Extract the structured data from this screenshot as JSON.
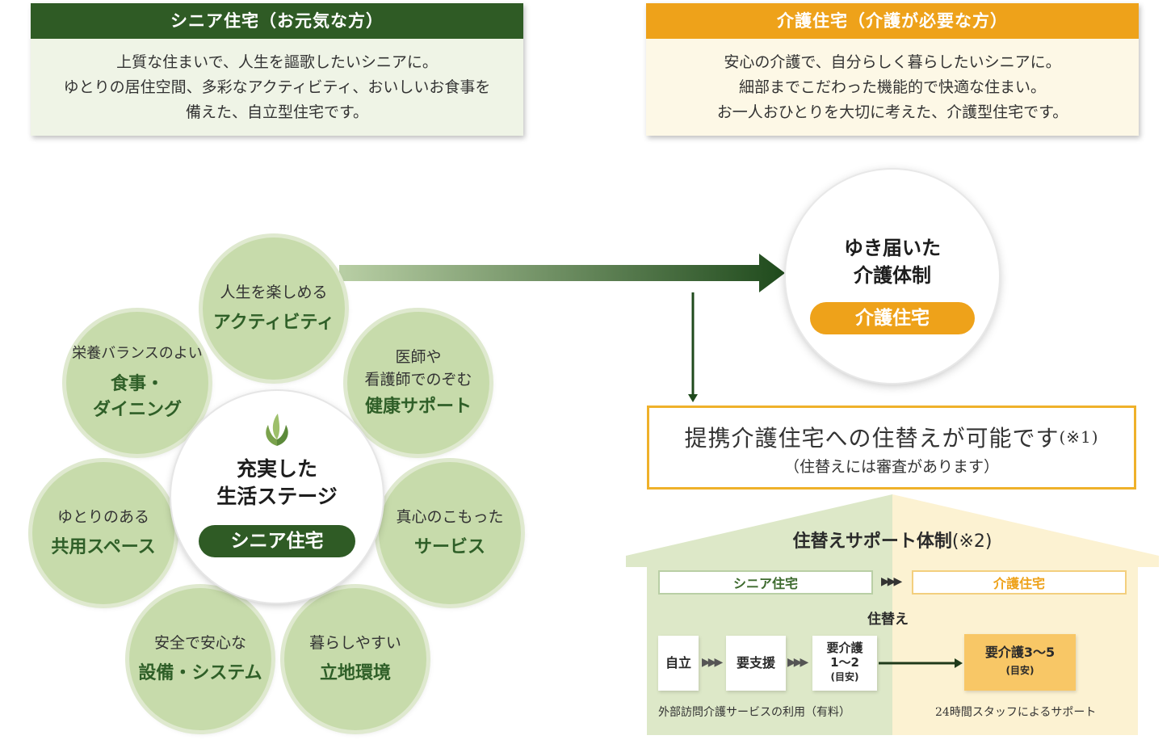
{
  "senior_box": {
    "title": "シニア住宅（お元気な方）",
    "lines": [
      "上質な住まいで、人生を謳歌したいシニアに。",
      "ゆとりの居住空間、多彩なアクティビティ、おいしいお食事を",
      "備えた、自立型住宅です。"
    ]
  },
  "care_box": {
    "title": "介護住宅（介護が必要な方）",
    "lines": [
      "安心の介護で、自分らしく暮らしたいシニアに。",
      "細部までこだわった機能的で快適な住まい。",
      "お一人おひとりを大切に考えた、介護型住宅です。"
    ]
  },
  "flower": {
    "center": {
      "line1": "充実した",
      "line2": "生活ステージ",
      "pill": "シニア住宅"
    },
    "petals": [
      {
        "line1": "人生を楽しめる",
        "line2": "アクティビティ"
      },
      {
        "line1": "医師や",
        "line1b": "看護師でのぞむ",
        "line2": "健康サポート"
      },
      {
        "line1": "真心のこもった",
        "line2": "サービス"
      },
      {
        "line1": "暮らしやすい",
        "line2": "立地環境"
      },
      {
        "line1": "安全で安心な",
        "line2": "設備・システム"
      },
      {
        "line1": "ゆとりのある",
        "line2": "共用スペース"
      },
      {
        "line1": "栄養バランスのよい",
        "line2": "食事・",
        "line2b": "ダイニング"
      }
    ]
  },
  "care_circle": {
    "line1": "ゆき届いた",
    "line2": "介護体制",
    "pill": "介護住宅"
  },
  "transfer": {
    "main": "提携介護住宅への住替えが可能です",
    "note": "(※1)",
    "sub": "（住替えには審査があります）"
  },
  "support": {
    "title": "住替えサポート体制",
    "note": "(※2)",
    "senior_label": "シニア住宅",
    "care_label": "介護住宅",
    "arrow_glyph": "▶▶▶",
    "move_label": "住替え",
    "steps": [
      "自立",
      "要支援",
      "要介護",
      "1〜2",
      "(目安)"
    ],
    "care_step": [
      "要介護3〜5",
      "(目安)"
    ],
    "foot_left": "外部訪問介護サービスの利用（有料）",
    "foot_right": "24時間スタッフによるサポート"
  },
  "colors": {
    "senior_green": "#2f5b25",
    "care_orange": "#eea21a",
    "petal_green": "#c7dbab"
  }
}
